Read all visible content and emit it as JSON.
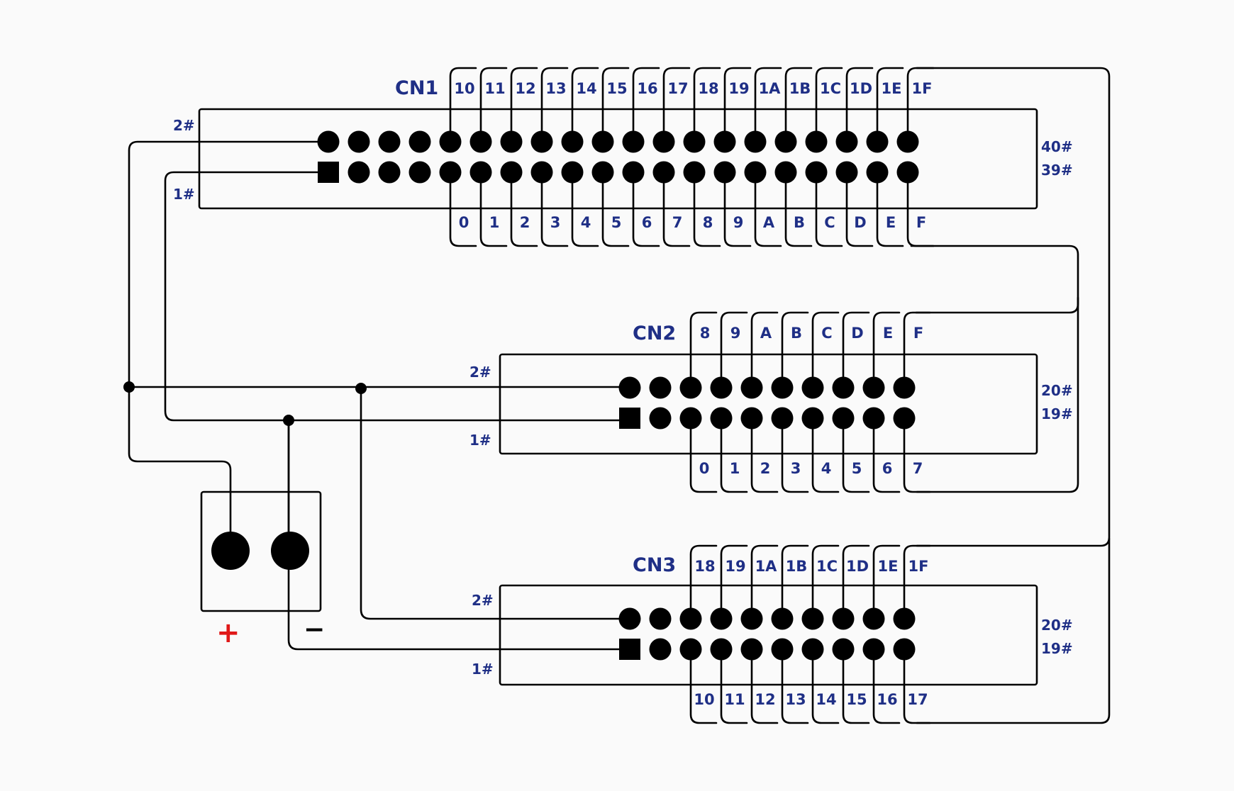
{
  "colors": {
    "line": "#000000",
    "label": "#1f2f86",
    "plus": "#e01818",
    "background": "#fafafa"
  },
  "connectors": {
    "cn1": {
      "title": "CN1",
      "pin2": "2#",
      "pin1": "1#",
      "pin40": "40#",
      "pin39": "39#",
      "top_labels": [
        "10",
        "11",
        "12",
        "13",
        "14",
        "15",
        "16",
        "17",
        "18",
        "19",
        "1A",
        "1B",
        "1C",
        "1D",
        "1E",
        "1F"
      ],
      "bottom_labels": [
        "0",
        "1",
        "2",
        "3",
        "4",
        "5",
        "6",
        "7",
        "8",
        "9",
        "A",
        "B",
        "C",
        "D",
        "E",
        "F"
      ]
    },
    "cn2": {
      "title": "CN2",
      "pin2": "2#",
      "pin1": "1#",
      "pin20": "20#",
      "pin19": "19#",
      "top_labels": [
        "8",
        "9",
        "A",
        "B",
        "C",
        "D",
        "E",
        "F"
      ],
      "bottom_labels": [
        "0",
        "1",
        "2",
        "3",
        "4",
        "5",
        "6",
        "7"
      ]
    },
    "cn3": {
      "title": "CN3",
      "pin2": "2#",
      "pin1": "1#",
      "pin20": "20#",
      "pin19": "19#",
      "top_labels": [
        "18",
        "19",
        "1A",
        "1B",
        "1C",
        "1D",
        "1E",
        "1F"
      ],
      "bottom_labels": [
        "10",
        "11",
        "12",
        "13",
        "14",
        "15",
        "16",
        "17"
      ]
    }
  },
  "power": {
    "plus": "+",
    "minus": "−"
  }
}
